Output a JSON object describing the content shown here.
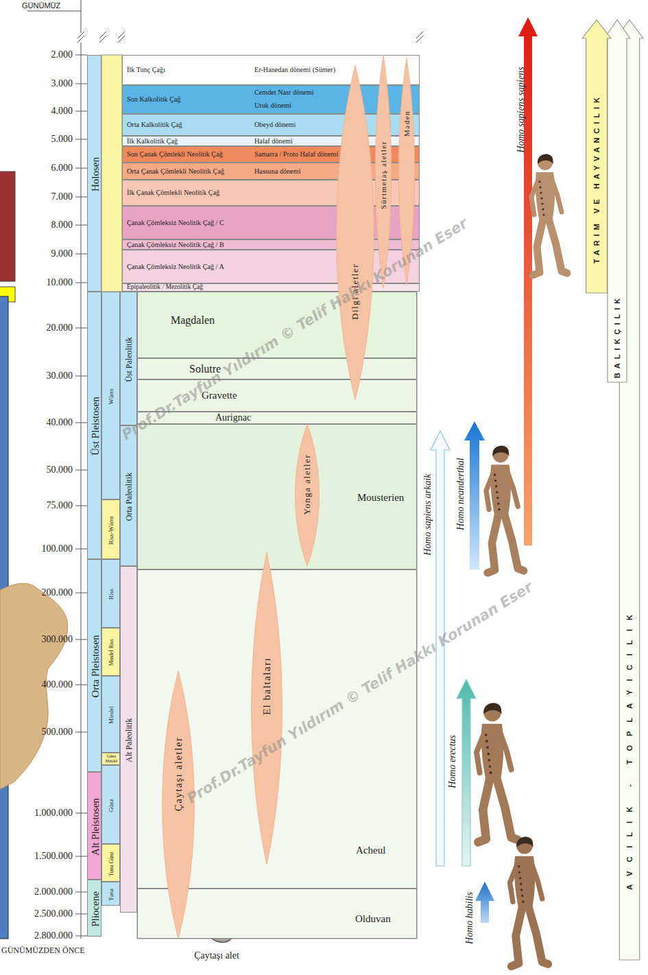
{
  "diagram": {
    "nodes": [
      {
        "text": [
          "Holosen"
        ]
      },
      {
        "text": [
          "Üst Pleistosen"
        ]
      },
      {
        "text": [
          "Orta Pleistosen"
        ]
      },
      {
        "text": [
          "Alt Pleistosen"
        ]
      },
      {
        "text": [
          "Pliocene"
        ]
      },
      {
        "text": [
          "Würm"
        ]
      },
      {
        "text": [
          "Riss-Würm"
        ]
      },
      {
        "text": [
          "Riss"
        ]
      },
      {
        "text": [
          "Mindel Riss"
        ]
      },
      {
        "text": [
          "Mindel"
        ]
      },
      {
        "text": [
          "Günz Mindel"
        ]
      },
      {
        "text": [
          "Günz"
        ]
      },
      {
        "text": [
          "Tuna Günz"
        ]
      },
      {
        "text": [
          "Tuna"
        ]
      },
      {
        "text": [
          "Üst Paleolitik"
        ]
      },
      {
        "text": [
          "Orta Paleolitik"
        ]
      },
      {
        "text": [
          "Alt Paleolitik"
        ]
      },
      {
        "text": [
          "İlk Tunç Çağı",
          "Er-Hanedan dönemi (Sümer)"
        ]
      },
      {
        "text": [
          "Son Kalkolitik Çağ",
          "Cemdet Nasr dönemi",
          "Uruk dönemi"
        ]
      },
      {
        "text": [
          "Orta Kalkolitik Çağ",
          "Obeyd dönemi"
        ]
      },
      {
        "text": [
          "İlk Kalkolitik Çağ",
          "Halaf dönemi"
        ]
      },
      {
        "text": [
          "Son Çanak Çömlekli Neolitik Çağ",
          "Samarra / Proto Halaf dönemi"
        ]
      },
      {
        "text": [
          "Orta Çanak Çömlekli Neolitik Çağ",
          "Hassuna dönemi"
        ]
      },
      {
        "text": [
          "İlk Çanak Çömlekli Neolitik Çağ"
        ]
      },
      {
        "text": [
          "Çanak Çömleksiz Neolitik Çağ / C"
        ]
      },
      {
        "text": [
          "Çanak Çömleksiz Neolitik Çağ / B"
        ]
      },
      {
        "text": [
          "Çanak Çömleksiz Neolitik Çağ / A"
        ]
      },
      {
        "text": [
          "Epipaleolitik / Mezolitik Çağ"
        ]
      },
      {
        "text": [
          "Magdalen"
        ]
      },
      {
        "text": [
          "Solutre"
        ]
      },
      {
        "text": [
          "Gravette"
        ]
      },
      {
        "text": [
          "Aurignac"
        ]
      },
      {
        "text": [
          "Mousterien"
        ]
      },
      {
        "text": [
          "Acheul"
        ]
      },
      {
        "text": [
          "Olduvan"
        ]
      },
      {
        "text": [
          "Dilgi aletler"
        ]
      },
      {
        "text": [
          "Sürtmetaş aletler"
        ]
      },
      {
        "text": [
          "Maden"
        ]
      },
      {
        "text": [
          "Yonga aletler"
        ]
      },
      {
        "text": [
          "El baltaları"
        ]
      },
      {
        "text": [
          "Çaytaşı aletler"
        ]
      },
      {
        "text": [
          "TARIM VE HAYVANCILIK"
        ]
      },
      {
        "text": [
          "BALIKÇILIK"
        ]
      },
      {
        "text": [
          "AVCILIK - TOPLAYICILIK"
        ]
      }
    ],
    "labels": [
      "GÜNÜMÜZ",
      "2.000",
      "3.000",
      "4.000",
      "5.000",
      "6.000",
      "7.000",
      "8.000",
      "9.000",
      "10.000",
      "20.000",
      "30.000",
      "40.000",
      "50.000",
      "75.000",
      "100.000",
      "200.000",
      "300.000",
      "400.000",
      "500.000",
      "1.000.000",
      "1.500.000",
      "2.000.000",
      "2.500.000",
      "2.800.000",
      "GÜNÜMÜZDEN ÖNCE",
      "Homo sapiens sapiens",
      "Homo sapiens arkaik",
      "Homo neanderthal",
      "Homo erectus",
      "Homo habilis",
      "Çaytaşı alet",
      "Prof.Dr.Tayfun Yıldırım © Telif Hakkı Korunan Eser",
      "Prof.Dr.Tayfun Yıldırım © Telif Hakkı Korunan Eser"
    ]
  }
}
